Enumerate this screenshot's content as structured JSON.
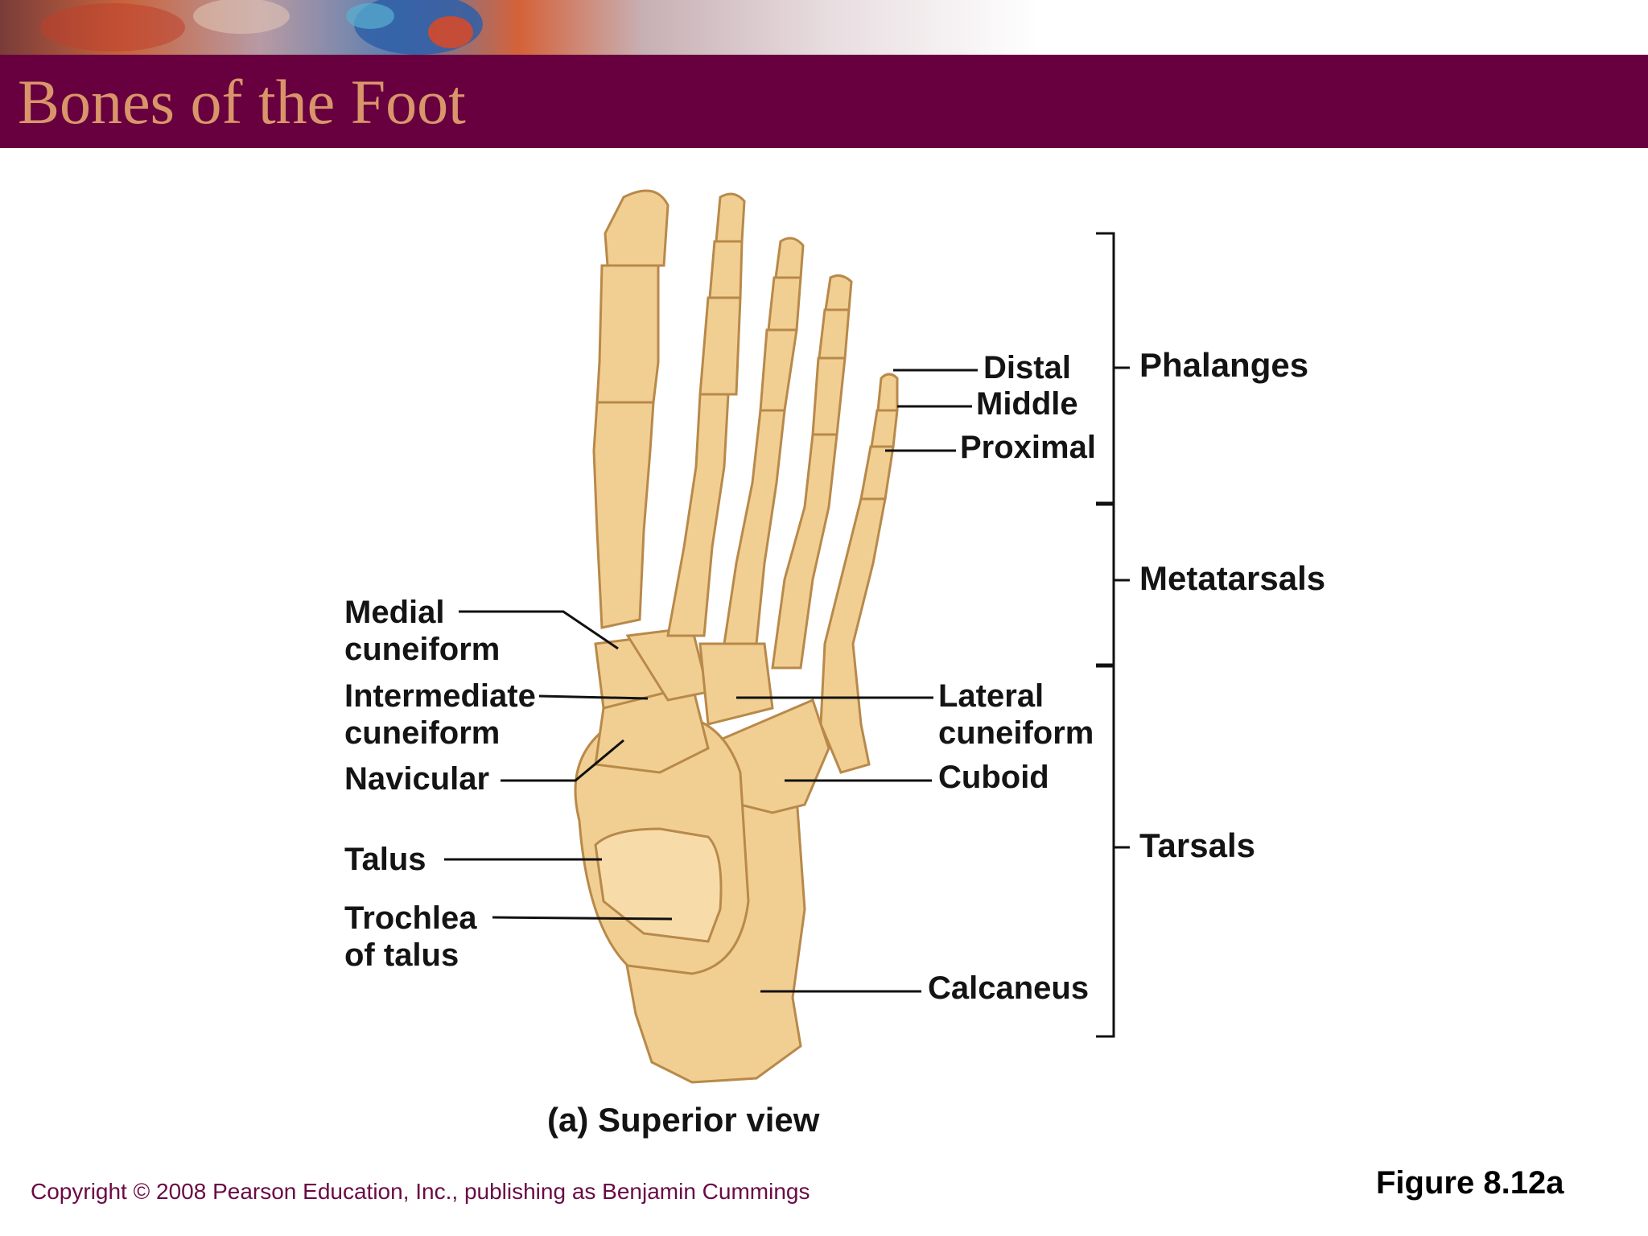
{
  "slide": {
    "title": "Bones of the Foot",
    "caption": "(a) Superior view",
    "copyright": "Copyright © 2008 Pearson Education, Inc., publishing as Benjamin Cummings",
    "figure_number": "Figure 8.12a"
  },
  "labels": {
    "distal": "Distal",
    "middle": "Middle",
    "proximal": "Proximal",
    "phalanges": "Phalanges",
    "metatarsals": "Metatarsals",
    "tarsals": "Tarsals",
    "medial_cuneiform": [
      "Medial",
      "cuneiform"
    ],
    "intermediate_cuneiform": [
      "Intermediate",
      "cuneiform"
    ],
    "navicular": "Navicular",
    "talus": "Talus",
    "trochlea_of_talus": [
      "Trochlea",
      "of talus"
    ],
    "lateral_cuneiform": [
      "Lateral",
      "cuneiform"
    ],
    "cuboid": "Cuboid",
    "calcaneus": "Calcaneus"
  },
  "colors": {
    "title_bar": "#68003f",
    "title_text": "#d9956a",
    "bone_fill": "#f1cf92",
    "bone_stroke": "#b8894a",
    "copyright_text": "#6a0a45"
  }
}
